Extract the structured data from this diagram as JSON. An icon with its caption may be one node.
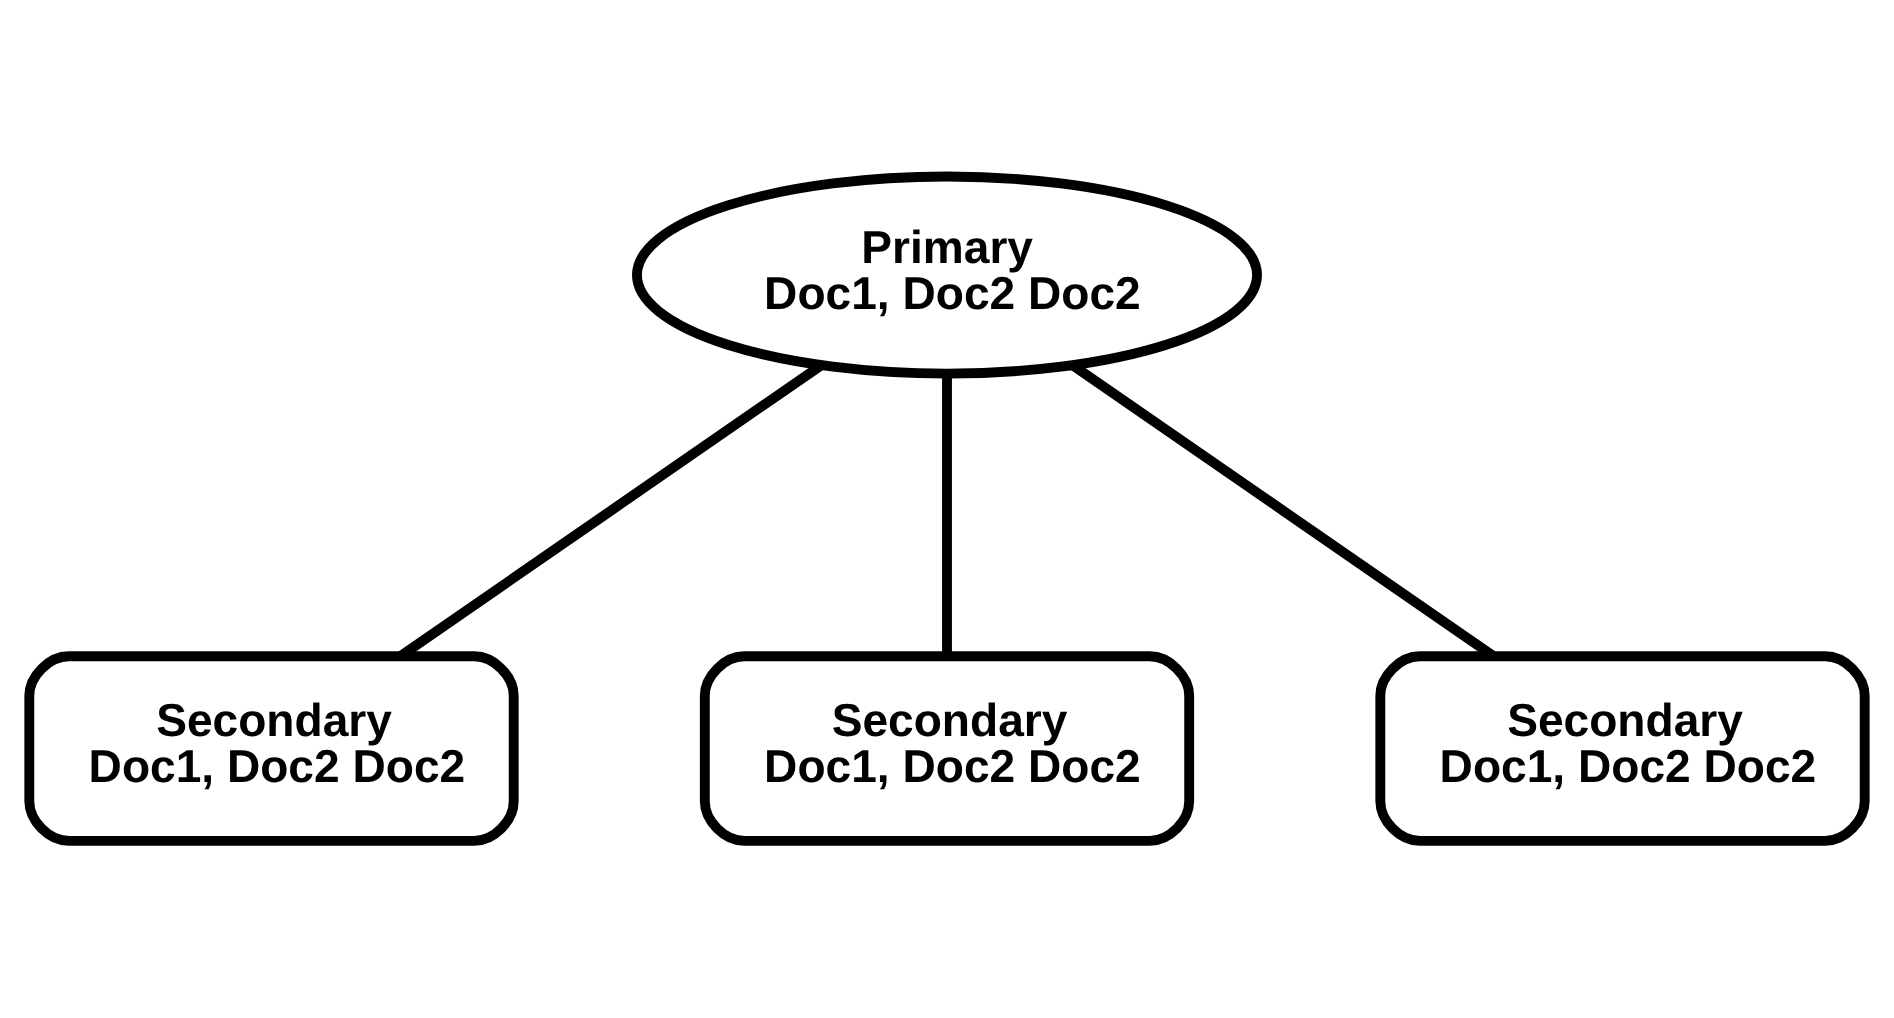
{
  "diagram": {
    "nodes": [
      {
        "text": [
          "Primary",
          "Doc1, Doc2 Doc2"
        ]
      },
      {
        "text": [
          "Secondary",
          "Doc1, Doc2 Doc2"
        ]
      },
      {
        "text": [
          "Secondary",
          "Doc1, Doc2 Doc2"
        ]
      },
      {
        "text": [
          "Secondary",
          "Doc1, Doc2 Doc2"
        ]
      }
    ],
    "edges": [
      {
        "from": 0,
        "to": 1,
        "arrow": "none"
      },
      {
        "from": 0,
        "to": 2,
        "arrow": "none"
      },
      {
        "from": 0,
        "to": 3,
        "arrow": "none"
      }
    ]
  }
}
